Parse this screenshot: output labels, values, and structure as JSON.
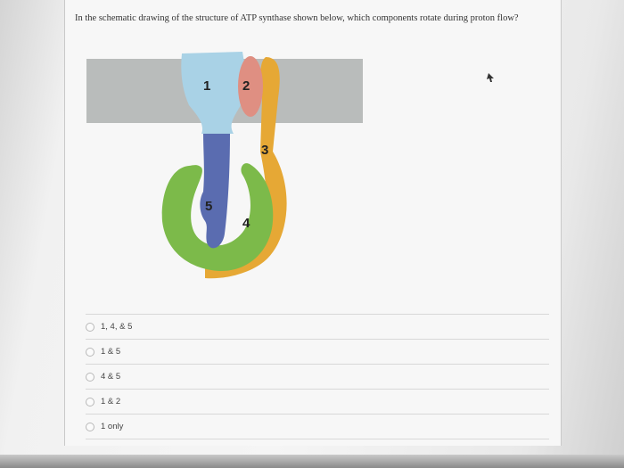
{
  "question": {
    "text": "In the schematic drawing of the structure of ATP synthase shown below, which components rotate during proton flow?"
  },
  "diagram": {
    "labels": [
      "1",
      "2",
      "3",
      "4",
      "5"
    ],
    "colors": {
      "membrane": "#b9bcbb",
      "component_1": "#a9d2e6",
      "component_2": "#df8f82",
      "component_3": "#e6a835",
      "component_4": "#7cba4a",
      "component_5": "#5a6cb0"
    }
  },
  "options": [
    {
      "label": "1, 4, & 5"
    },
    {
      "label": "1 & 5"
    },
    {
      "label": "4 & 5"
    },
    {
      "label": "1 & 2"
    },
    {
      "label": "1 only"
    }
  ]
}
